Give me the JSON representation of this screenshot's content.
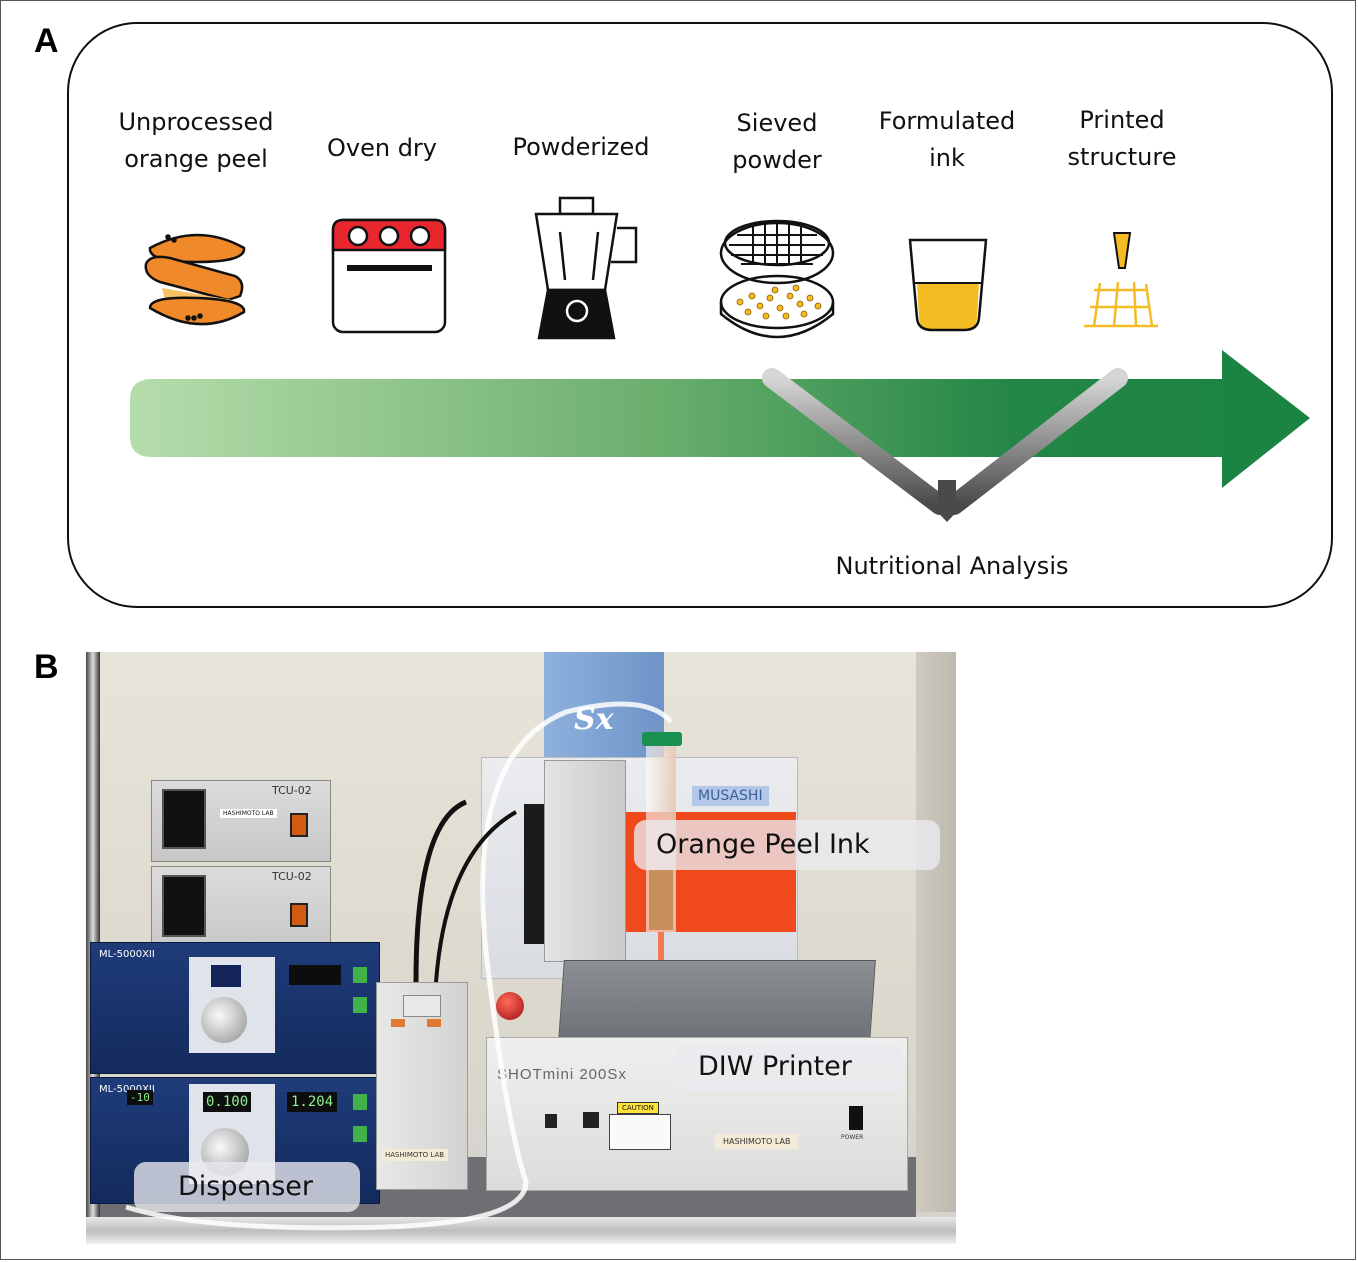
{
  "figure": {
    "panel_a_label": "A",
    "panel_b_label": "B"
  },
  "panel_a": {
    "steps": [
      {
        "label": "Unprocessed\norange peel",
        "icon": "orange-peel-icon"
      },
      {
        "label": "Oven dry",
        "icon": "oven-icon"
      },
      {
        "label": "Powderized",
        "icon": "blender-icon"
      },
      {
        "label": "Sieved\npowder",
        "icon": "sieve-icon"
      },
      {
        "label": "Formulated\nink",
        "icon": "beaker-icon"
      },
      {
        "label": "Printed\nstructure",
        "icon": "printed-grid-icon"
      }
    ],
    "analysis_label": "Nutritional Analysis",
    "colors": {
      "arrow_start": "#b5dcab",
      "arrow_end": "#1a8442",
      "orange": "#f0892a",
      "ink_yellow": "#f4bb23",
      "oven_red": "#e8262d",
      "branch_light": "#d0d0d0",
      "branch_dark": "#4a4a4a"
    }
  },
  "panel_b": {
    "labels": {
      "orange_peel_ink": "Orange Peel Ink",
      "diw_printer": "DIW Printer",
      "dispenser": "Dispenser"
    },
    "device_text": {
      "tcu_top": "TCU-02",
      "tcu_bottom": "TCU-02",
      "ml_top": "ML-5000XII",
      "ml_bottom": "ML-5000XII",
      "air_press_reading": "0.100",
      "dispense_time_reading": "1.204",
      "vacuum_reading": "-10",
      "printer_brand": "SHOTmini 200Sx",
      "musashi": "MUSASHI",
      "lab_tag_controller": "HASHIMOTO LAB",
      "lab_tag_printer": "HASHIMOTO LAB",
      "caution": "CAUTION",
      "power": "POWER",
      "sx_logo": "Sx"
    }
  }
}
